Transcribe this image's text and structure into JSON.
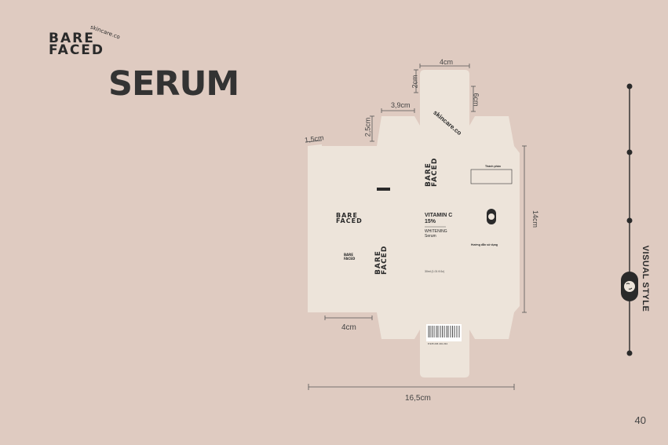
{
  "brand": {
    "logo_line1": "BARE",
    "logo_line2": "FACED",
    "tagline": "skincare.co",
    "box_arc_text": "skincare.co"
  },
  "page": {
    "title": "SERUM",
    "section_label": "VISUAL STYLE",
    "number": "40"
  },
  "dimensions": {
    "top_width": "4cm",
    "top_height": "2cm",
    "top_side": "6cm",
    "flap_width": "3,9cm",
    "flap_height": "2,5cm",
    "glue_tab": "1,5cm",
    "height": "14cm",
    "bottom_width": "4cm",
    "total_width": "16,5cm"
  },
  "box": {
    "product_name": "VITAMIN C 15%",
    "product_type": "WHITENING Serum",
    "volume": "30ml (1.01 fl.0z)",
    "ingredients_title": "Thành phần",
    "usage_title": "Hướng dẫn sử dụng",
    "barcode_number": "8 935 236 401 234"
  },
  "colors": {
    "background": "#dfcbc1",
    "box": "#ede4da",
    "ink": "#2a2a2a"
  }
}
